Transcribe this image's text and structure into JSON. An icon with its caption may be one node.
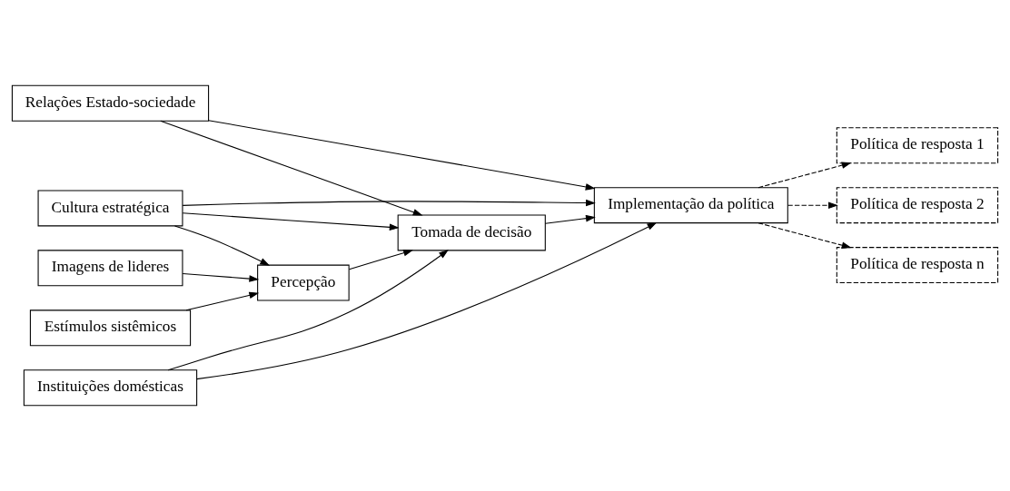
{
  "diagram": {
    "nodes": [
      {
        "text": [
          "Estímulos sistêmicos"
        ]
      },
      {
        "text": [
          "Percepção"
        ]
      },
      {
        "text": [
          "Tomada de decisão"
        ]
      },
      {
        "text": [
          "Implementação da política"
        ]
      },
      {
        "text": [
          "Política de resposta 1"
        ]
      },
      {
        "text": [
          "Política de resposta 2"
        ]
      },
      {
        "text": [
          "Política de resposta n"
        ]
      },
      {
        "text": [
          "Imagens de lideres"
        ]
      },
      {
        "text": [
          "Cultura estratégica"
        ]
      },
      {
        "text": [
          "Relações Estado-sociedade"
        ]
      },
      {
        "text": [
          "Instituições domésticas"
        ]
      }
    ],
    "edges": [
      {
        "from": 0,
        "to": 1,
        "arrow": "to"
      },
      {
        "from": 1,
        "to": 2,
        "arrow": "to"
      },
      {
        "from": 2,
        "to": 3,
        "arrow": "to"
      },
      {
        "from": 3,
        "to": 4,
        "arrow": "to",
        "style": "dashed"
      },
      {
        "from": 3,
        "to": 5,
        "arrow": "to",
        "style": "dashed"
      },
      {
        "from": 3,
        "to": 6,
        "arrow": "to",
        "style": "dashed"
      },
      {
        "from": 7,
        "to": 1,
        "arrow": "to"
      },
      {
        "from": 8,
        "to": 1,
        "arrow": "to"
      },
      {
        "from": 8,
        "to": 2,
        "arrow": "to"
      },
      {
        "from": 8,
        "to": 3,
        "arrow": "to"
      },
      {
        "from": 9,
        "to": 2,
        "arrow": "to"
      },
      {
        "from": 9,
        "to": 3,
        "arrow": "to"
      },
      {
        "from": 10,
        "to": 2,
        "arrow": "to"
      },
      {
        "from": 10,
        "to": 3,
        "arrow": "to"
      }
    ]
  }
}
